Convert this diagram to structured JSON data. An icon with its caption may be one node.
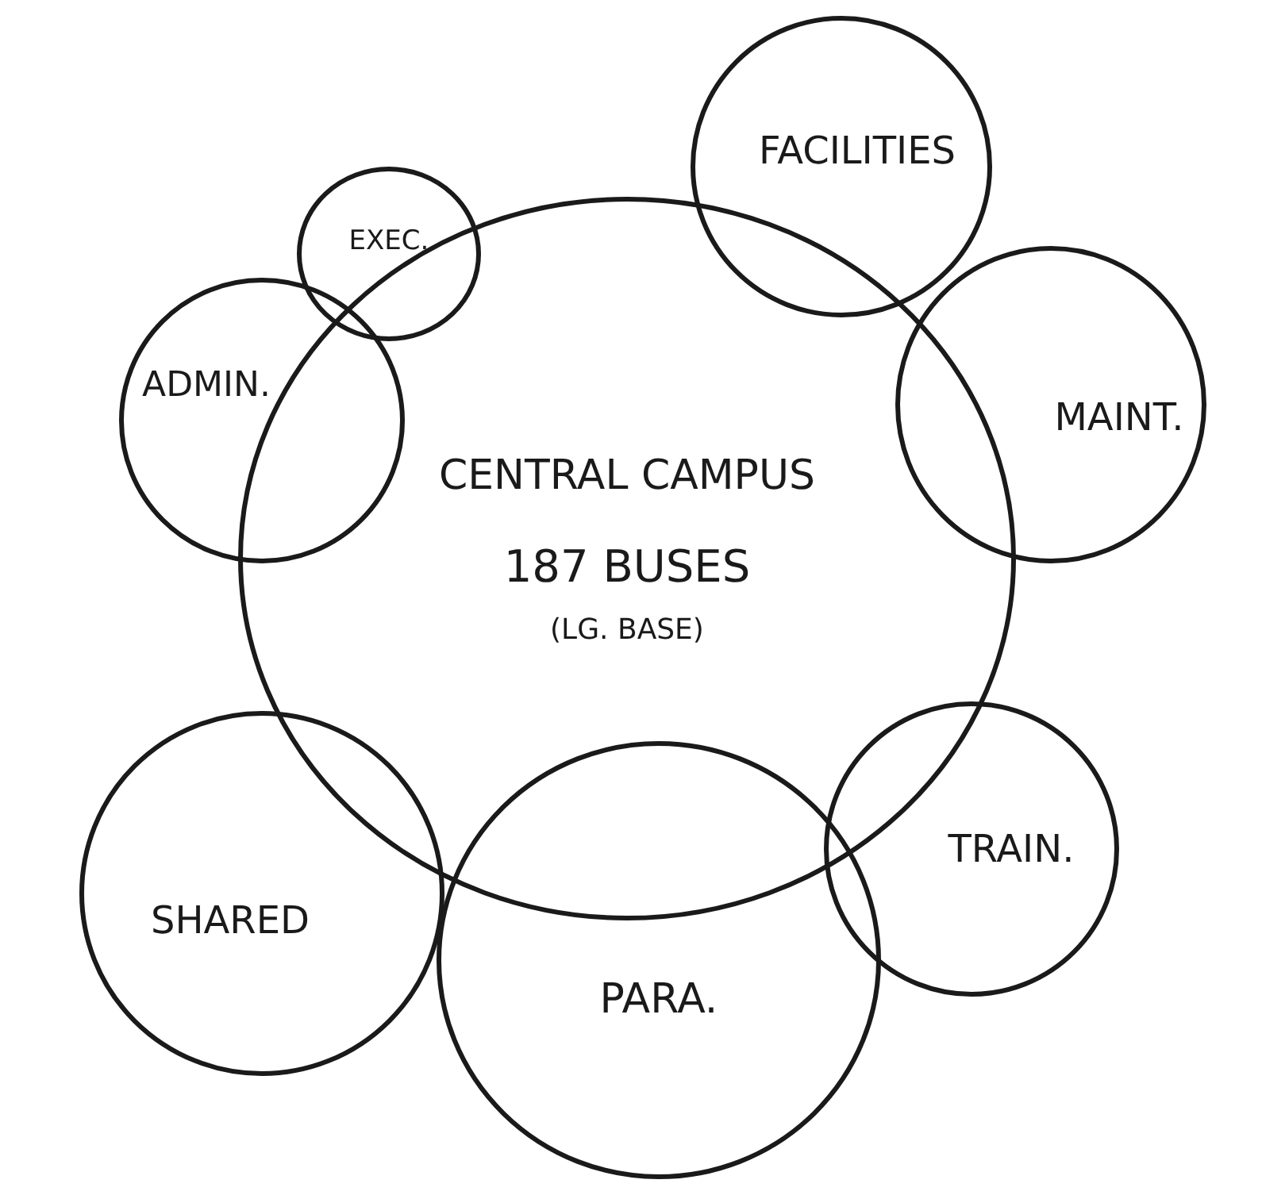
{
  "diagram": {
    "nodes": [
      {
        "text": [
          "FACILITIES"
        ]
      },
      {
        "text": [
          "EXEC."
        ]
      },
      {
        "text": [
          "ADMIN."
        ]
      },
      {
        "text": [
          "MAINT."
        ]
      },
      {
        "text": [
          "CENTRAL CAMPUS",
          "187 BUSES",
          "(LG. BASE)"
        ]
      },
      {
        "text": [
          "TRAIN."
        ]
      },
      {
        "text": [
          "SHARED"
        ]
      },
      {
        "text": [
          "PARA."
        ]
      }
    ]
  }
}
